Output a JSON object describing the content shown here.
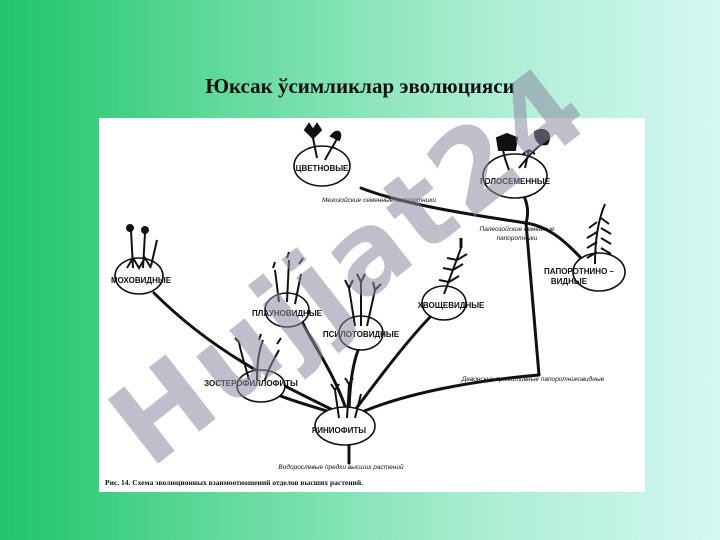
{
  "slide": {
    "title": "Юксак ўсимликлар эволюцияси",
    "watermark": "Hujjat24"
  },
  "diagram": {
    "nodes": {
      "flowering": "ЦВЕТНОВЫЕ",
      "gymnosperms": "ГОЛОСЕМЕННЫЕ",
      "mosses": "МОХОВИДНЫЕ",
      "lycopods": "ПЛАУНОВИДНЫЕ",
      "psilotophytes": "ПСИЛОТОВИДНЫЕ",
      "horsetails": "ХВОЩЕВИДНЫЕ",
      "ferns_line1": "ПАПОРОТНИНО –",
      "ferns_line2": "ВИДНЫЕ",
      "zosterophyllophytes": "ЗОСТЕРОФИЛЛОФИТЫ",
      "rhyniophytes": "РИНИОФИТЫ"
    },
    "annotations": {
      "mesozoic": "Мезозойские семенные папоротники",
      "paleozoic_line1": "Палеозойские семенные",
      "paleozoic_line2": "папоротники",
      "devonian": "Девонские примитивные папоротниковидные",
      "algae": "Водорослевые предки высших растений"
    },
    "caption": "Рис. 14. Схема эволюционных взаимоотношений отделов высших растений."
  }
}
